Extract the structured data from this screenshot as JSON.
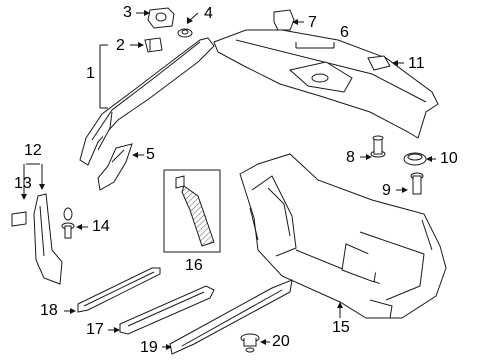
{
  "labels": {
    "l1": "1",
    "l2": "2",
    "l3": "3",
    "l4": "4",
    "l5": "5",
    "l6": "6",
    "l7": "7",
    "l8": "8",
    "l9": "9",
    "l10": "10",
    "l11": "11",
    "l12": "12",
    "l13": "13",
    "l14": "14",
    "l15": "15",
    "l16": "16",
    "l17": "17",
    "l18": "18",
    "l19": "19",
    "l20": "20"
  },
  "colors": {
    "line": "#1a1a1a",
    "background": "#ffffff"
  }
}
